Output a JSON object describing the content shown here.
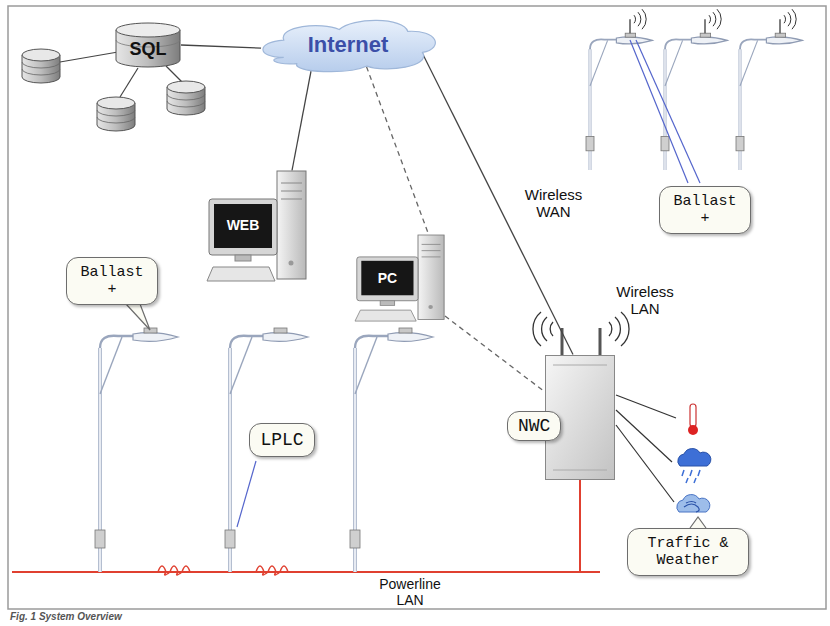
{
  "diagram": {
    "caption": "Fig. 1 System Overview",
    "nodes": [
      {
        "text": [
          "SQL"
        ]
      },
      {
        "text": [
          "Internet"
        ]
      },
      {
        "text": [
          "Ballast +"
        ]
      },
      {
        "text": [
          "WEB"
        ]
      },
      {
        "text": [
          "PC"
        ]
      },
      {
        "text": [
          "Ballast +"
        ]
      },
      {
        "text": [
          "NWC"
        ]
      },
      {
        "text": [
          "LPLC"
        ]
      },
      {
        "text": [
          "Traffic & Weather"
        ]
      }
    ],
    "edges": [
      {
        "from": 0,
        "to": 1,
        "arrow": "none"
      },
      {
        "from": 1,
        "to": 3,
        "arrow": "none"
      },
      {
        "from": 1,
        "to": 4,
        "arrow": "none"
      },
      {
        "from": 1,
        "to": 6,
        "label": "Wireless WAN",
        "arrow": "none"
      },
      {
        "from": 4,
        "to": 6,
        "arrow": "none"
      }
    ],
    "labels": [
      "Wireless LAN",
      "Powerline LAN"
    ]
  }
}
